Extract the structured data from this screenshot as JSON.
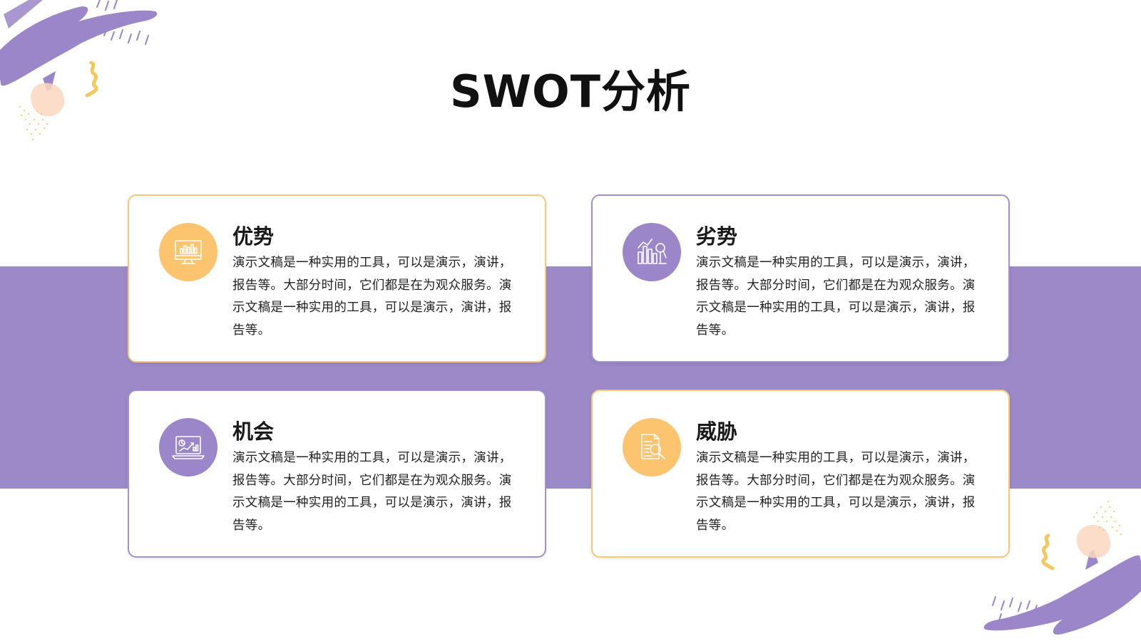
{
  "title": "SWOT分析",
  "colors": {
    "band": "#9c8ac8",
    "purple_accent": "#9a86c8",
    "yellow_accent": "#fcc46f",
    "purple_border": "#a291cc",
    "yellow_border": "#f7c879"
  },
  "cards": [
    {
      "title": "优势",
      "text": "演示文稿是一种实用的工具，可以是演示，演讲，报告等。大部分时间，它们都是在为观众服务。演示文稿是一种实用的工具，可以是演示，演讲，报告等。",
      "icon": "monitor-chart-icon",
      "accent": "yellow"
    },
    {
      "title": "劣势",
      "text": "演示文稿是一种实用的工具，可以是演示，演讲，报告等。大部分时间，它们都是在为观众服务。演示文稿是一种实用的工具，可以是演示，演讲，报告等。",
      "icon": "bar-chart-magnifier-icon",
      "accent": "purple"
    },
    {
      "title": "机会",
      "text": "演示文稿是一种实用的工具，可以是演示，演讲，报告等。大部分时间，它们都是在为观众服务。演示文稿是一种实用的工具，可以是演示，演讲，报告等。",
      "icon": "laptop-growth-icon",
      "accent": "purple"
    },
    {
      "title": "威胁",
      "text": "演示文稿是一种实用的工具，可以是演示，演讲，报告等。大部分时间，它们都是在为观众服务。演示文稿是一种实用的工具，可以是演示，演讲，报告等。",
      "icon": "document-search-icon",
      "accent": "yellow"
    }
  ]
}
